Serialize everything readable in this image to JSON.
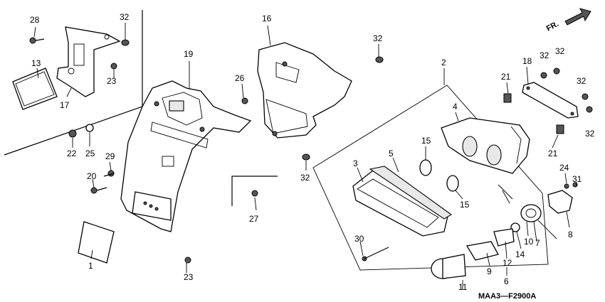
{
  "diagram": {
    "drawing_code": "MAA3—F2900A",
    "front_marker": "FR.",
    "callouts": [
      {
        "id": "c28",
        "label": "28"
      },
      {
        "id": "c32a",
        "label": "32"
      },
      {
        "id": "c13",
        "label": "13"
      },
      {
        "id": "c23a",
        "label": "23"
      },
      {
        "id": "c17",
        "label": "17"
      },
      {
        "id": "c19",
        "label": "19"
      },
      {
        "id": "c16",
        "label": "16"
      },
      {
        "id": "c32b",
        "label": "32"
      },
      {
        "id": "c26",
        "label": "26"
      },
      {
        "id": "c2",
        "label": "2"
      },
      {
        "id": "c18",
        "label": "18"
      },
      {
        "id": "c32c",
        "label": "32"
      },
      {
        "id": "c32d",
        "label": "32"
      },
      {
        "id": "c21a",
        "label": "21"
      },
      {
        "id": "c4",
        "label": "4"
      },
      {
        "id": "c32e",
        "label": "32"
      },
      {
        "id": "c32f",
        "label": "32"
      },
      {
        "id": "c22",
        "label": "22"
      },
      {
        "id": "c25",
        "label": "25"
      },
      {
        "id": "c29",
        "label": "29"
      },
      {
        "id": "c20",
        "label": "20"
      },
      {
        "id": "c32g",
        "label": "32"
      },
      {
        "id": "c15a",
        "label": "15"
      },
      {
        "id": "c21b",
        "label": "21"
      },
      {
        "id": "c3",
        "label": "3"
      },
      {
        "id": "c5",
        "label": "5"
      },
      {
        "id": "c24",
        "label": "24"
      },
      {
        "id": "c31",
        "label": "31"
      },
      {
        "id": "c27",
        "label": "27"
      },
      {
        "id": "c15b",
        "label": "15"
      },
      {
        "id": "c8",
        "label": "8"
      },
      {
        "id": "c30",
        "label": "30"
      },
      {
        "id": "c10",
        "label": "10"
      },
      {
        "id": "c7",
        "label": "7"
      },
      {
        "id": "c14",
        "label": "14"
      },
      {
        "id": "c1",
        "label": "1"
      },
      {
        "id": "c9",
        "label": "9"
      },
      {
        "id": "c12",
        "label": "12"
      },
      {
        "id": "c6",
        "label": "6"
      },
      {
        "id": "c23b",
        "label": "23"
      },
      {
        "id": "c11",
        "label": "11"
      }
    ]
  }
}
